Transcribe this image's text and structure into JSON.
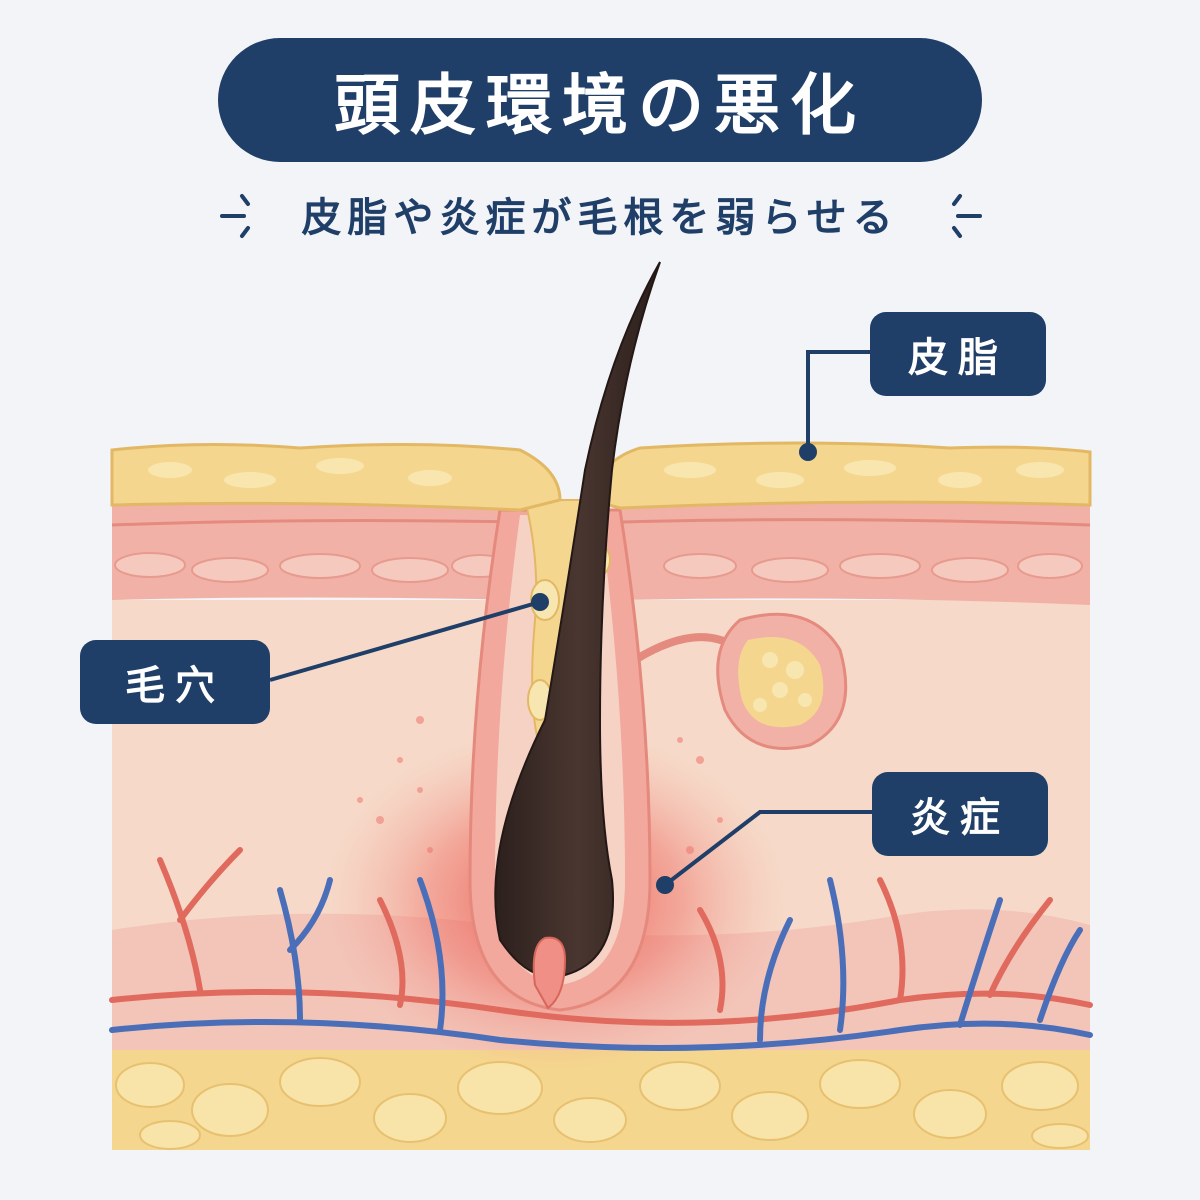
{
  "header": {
    "title": "頭皮環境の悪化",
    "subtitle": "皮脂や炎症が毛根を弱らせる"
  },
  "labels": {
    "sebum": "皮脂",
    "pore": "毛穴",
    "inflammation": "炎症"
  },
  "colors": {
    "navy": "#1f3e68",
    "background": "#f2f4f8",
    "sebum_yellow": "#f5d98a",
    "dermis_pink": "#f3c2b4",
    "inflammation_red": "#e8453f",
    "vein_blue": "#4a6fb8",
    "artery_red": "#e06a5e",
    "hair_brown": "#3a2a26"
  },
  "icons": [
    "sparkle-left-icon",
    "sparkle-right-icon"
  ]
}
